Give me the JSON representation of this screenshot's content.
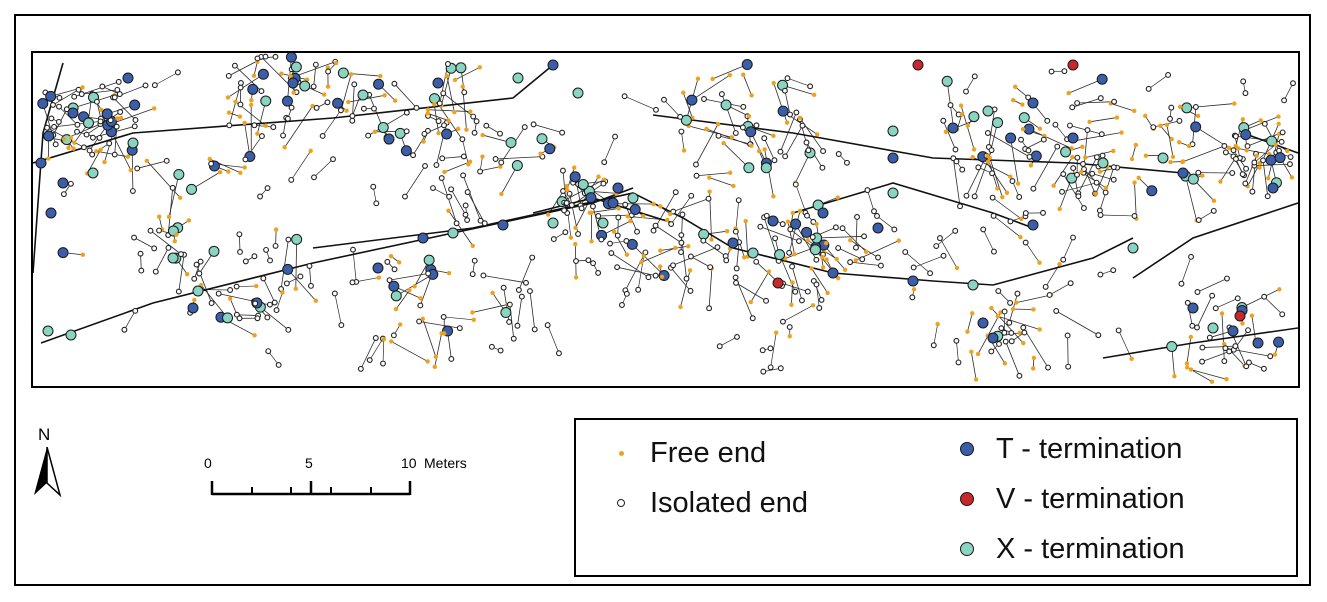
{
  "legend": {
    "items": [
      {
        "key": "free",
        "label": "Free end",
        "color": "#f0a11b"
      },
      {
        "key": "isolated",
        "label": "Isolated end",
        "color": "#ffffff"
      },
      {
        "key": "t",
        "label": "T - termination",
        "color": "#3b5ea8"
      },
      {
        "key": "v",
        "label": "V - termination",
        "color": "#c8282b"
      },
      {
        "key": "x",
        "label": "X - termination",
        "color": "#8ad4c2"
      }
    ]
  },
  "north_arrow": {
    "label": "N"
  },
  "scale_bar": {
    "ticks": [
      "0",
      "5",
      "10"
    ],
    "units": "Meters"
  },
  "colors": {
    "fracture_line": "#2b2b2b",
    "main_fault": "#111111",
    "frame": "#000000"
  }
}
